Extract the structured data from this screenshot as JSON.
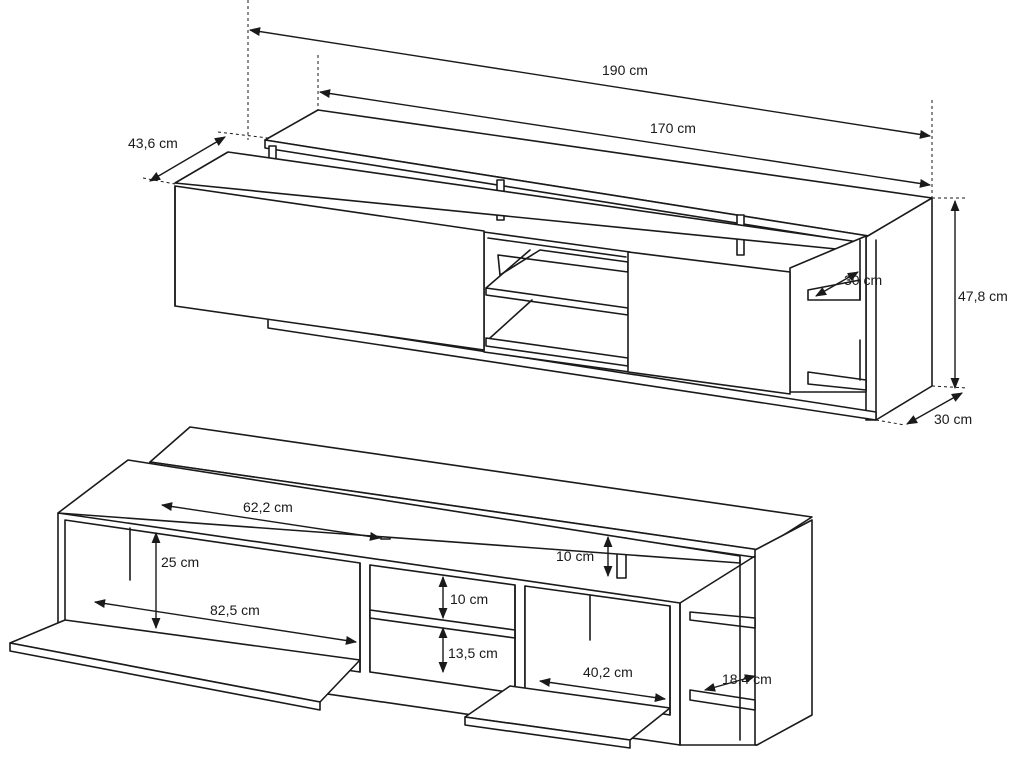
{
  "dimensions": {
    "width_total": "190 cm",
    "width_top": "170 cm",
    "depth_body": "43,6 cm",
    "height_total": "47,8 cm",
    "depth_top": "30 cm",
    "shelf_depth_right": "30 cm",
    "inner_width_top": "62,2 cm",
    "inner_height_left": "25 cm",
    "inner_width_left": "82,5 cm",
    "top_gap": "10 cm",
    "middle_upper": "10 cm",
    "middle_lower": "13,5 cm",
    "inner_width_right": "40,2 cm",
    "side_shelf": "18,4 cm"
  }
}
